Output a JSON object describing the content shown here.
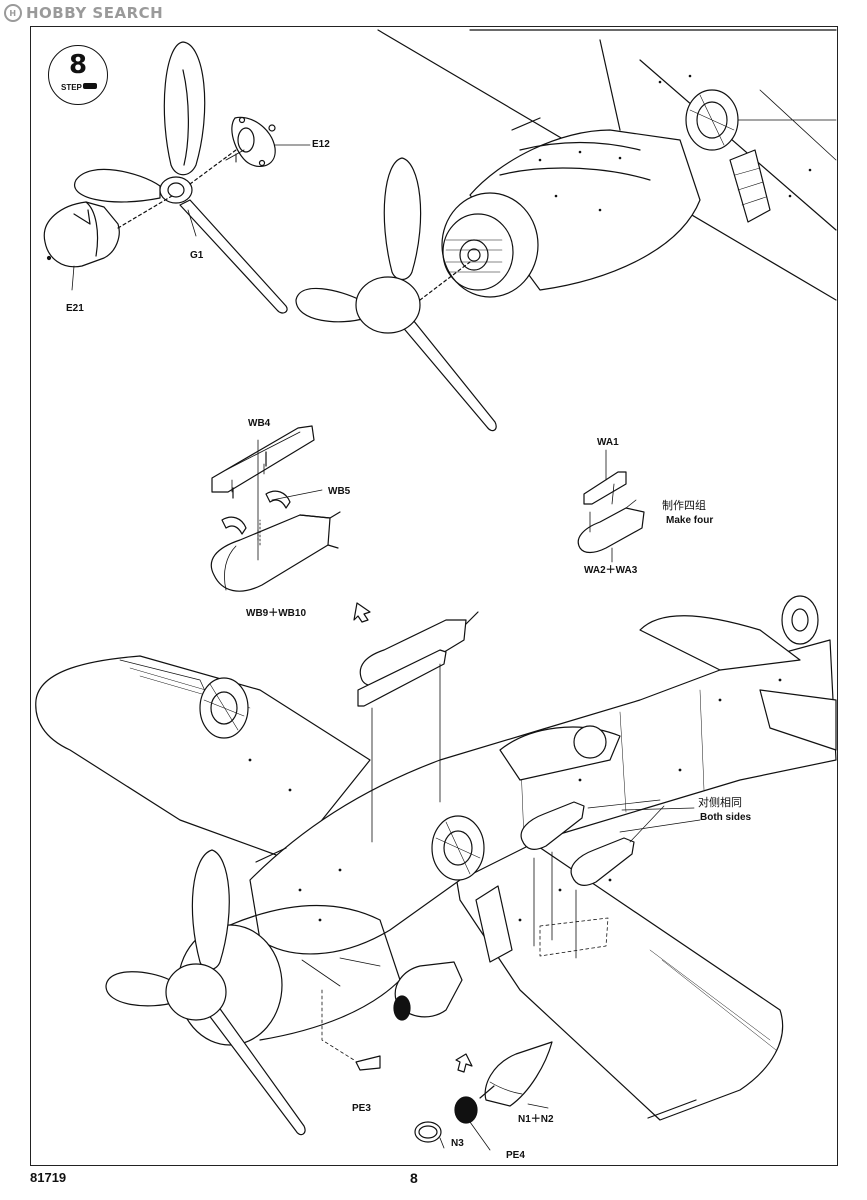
{
  "watermark": {
    "text": "HOBBY SEARCH",
    "logo_glyph": "H"
  },
  "step": {
    "number": "8",
    "word": "STEP"
  },
  "labels": {
    "e12": "E12",
    "g1": "G1",
    "e21": "E21",
    "wb4": "WB4",
    "wb5": "WB5",
    "wb9_wb10": "WB9＋WB10",
    "wa1": "WA1",
    "make_four_cn": "制作四组",
    "make_four_en": "Make four",
    "wa2_wa3": "WA2＋WA3",
    "both_sides_cn": "对侧相同",
    "both_sides_en": "Both sides",
    "pe3": "PE3",
    "n1_n2": "N1＋N2",
    "n3": "N3",
    "pe4": "PE4"
  },
  "footer": {
    "kit_number": "81719",
    "page_number": "8"
  }
}
